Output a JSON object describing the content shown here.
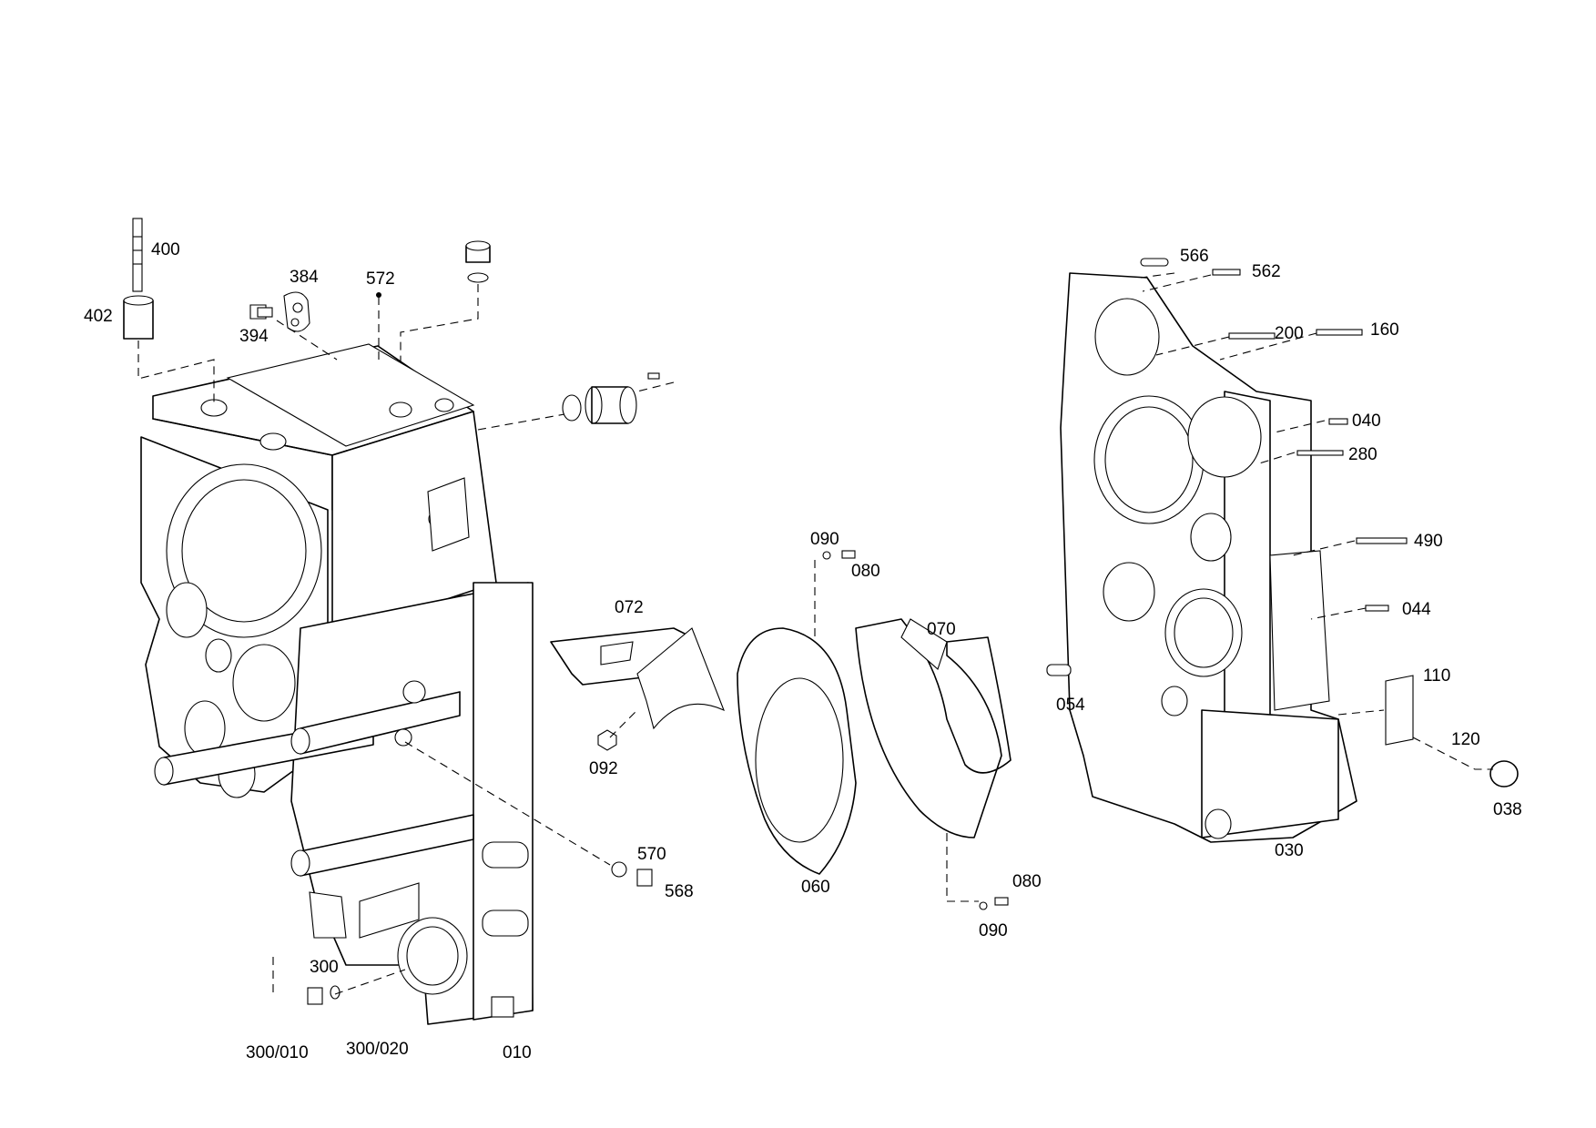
{
  "diagram": {
    "callouts": {
      "c400": "400",
      "c402": "402",
      "c384": "384",
      "c394": "394",
      "c572": "572",
      "c566": "566",
      "c562": "562",
      "c200": "200",
      "c160": "160",
      "c040": "040",
      "c280": "280",
      "c490": "490",
      "c044": "044",
      "c054": "054",
      "c110": "110",
      "c120": "120",
      "c038": "038",
      "c030": "030",
      "c090_top": "090",
      "c080_top": "080",
      "c072": "072",
      "c070": "070",
      "c092": "092",
      "c060": "060",
      "c570": "570",
      "c568": "568",
      "c080_bottom": "080",
      "c090_bottom": "090",
      "c300": "300",
      "c300_010": "300/010",
      "c300_020": "300/020",
      "c010": "010"
    }
  }
}
